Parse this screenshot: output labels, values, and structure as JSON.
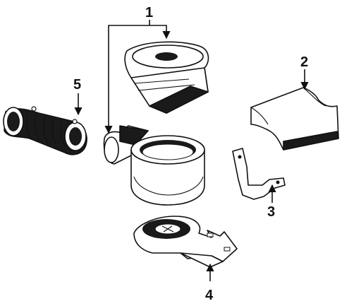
{
  "diagram": {
    "callouts": [
      {
        "id": "1",
        "label": "1"
      },
      {
        "id": "2",
        "label": "2"
      },
      {
        "id": "3",
        "label": "3"
      },
      {
        "id": "4",
        "label": "4"
      },
      {
        "id": "5",
        "label": "5"
      }
    ],
    "parts": [
      {
        "id": "1",
        "name": "air-cleaner-assembly-icon"
      },
      {
        "id": "2",
        "name": "heat-shield-icon"
      },
      {
        "id": "3",
        "name": "mounting-bracket-icon"
      },
      {
        "id": "4",
        "name": "air-cleaner-base-bracket-icon"
      },
      {
        "id": "5",
        "name": "intake-duct-hose-icon"
      }
    ],
    "colors": {
      "ink": "#111111",
      "paper": "#ffffff"
    }
  }
}
